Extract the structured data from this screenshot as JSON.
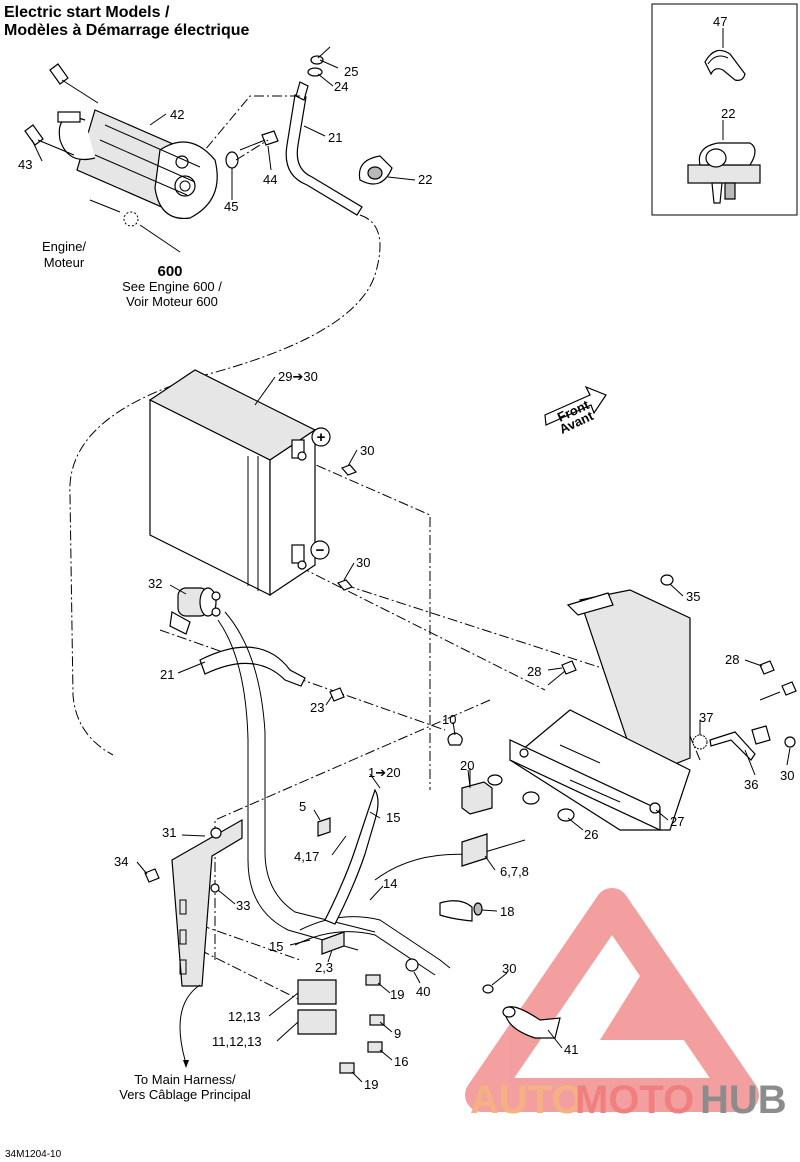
{
  "title": {
    "line1": "Electric start Models /",
    "line2": "Modèles à Démarrage électrique"
  },
  "notes": {
    "engine_line1": "Engine/",
    "engine_line2": "Moteur",
    "engine_num": "600",
    "see_line1": "See Engine 600 /",
    "see_line2": "Voir Moteur 600",
    "harness_line1": "To Main Harness/",
    "harness_line2": "Vers Câblage Principal",
    "front_line1": "Front",
    "front_line2": "Avant",
    "plus": "+",
    "minus": "−"
  },
  "callouts": {
    "c47": "47",
    "c22a": "22",
    "c25": "25",
    "c24": "24",
    "c42": "42",
    "c21a": "21",
    "c43": "43",
    "c44": "44",
    "c22b": "22",
    "c45": "45",
    "c2930": "29➔30",
    "c30a": "30",
    "c30b": "30",
    "c32": "32",
    "c35": "35",
    "c21b": "21",
    "c28a": "28",
    "c28b": "28",
    "c23": "23",
    "c10": "10",
    "c37": "37",
    "c120": "1➔20",
    "c20": "20",
    "c36": "36",
    "c30c": "30",
    "c5": "5",
    "c15a": "15",
    "c26": "26",
    "c27": "27",
    "c31": "31",
    "c417": "4,17",
    "c678": "6,7,8",
    "c34": "34",
    "c14": "14",
    "c33": "33",
    "c18": "18",
    "c15b": "15",
    "c23b": "2,3",
    "c30d": "30",
    "c19a": "19",
    "c40": "40",
    "c1213": "12,13",
    "c9": "9",
    "c111213": "11,12,13",
    "c41": "41",
    "c16": "16",
    "c19b": "19"
  },
  "footer_code": "34M1204-10",
  "watermark": {
    "part1": "AUTO",
    "part2": "MOTO",
    "part3": "HUB"
  },
  "colors": {
    "watermark_orange": "#f4b183",
    "watermark_red": "#f08080",
    "watermark_gray": "#8c8c8c"
  }
}
